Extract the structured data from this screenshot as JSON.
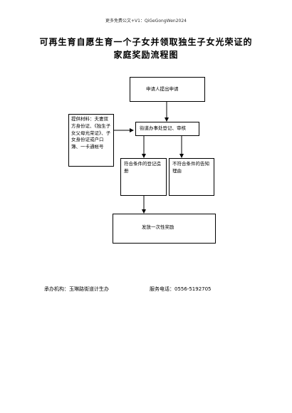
{
  "header": {
    "note": "更多免费公文+V1：QiGeGongWen2024"
  },
  "title": {
    "line1": "可再生育自愿生育一个子女并领取独生子女光荣证的",
    "line2": "家庭奖励流程图"
  },
  "flowchart": {
    "apply": "申请人提出申请",
    "materials": "提供材料：夫妻双方身份证、《独生子女父母光荣证》、子女身份证或户口簿、一卡通帐号",
    "review": "街道办事处登记、审核",
    "eligible": "符合条件的登记造册",
    "ineligible": "不符合条件的告知理由",
    "reward": "发放一次性奖励"
  },
  "footer": {
    "organizer": "承办机构：玉琳路街道计生办",
    "phone": "服务电话：0556-5192705"
  }
}
